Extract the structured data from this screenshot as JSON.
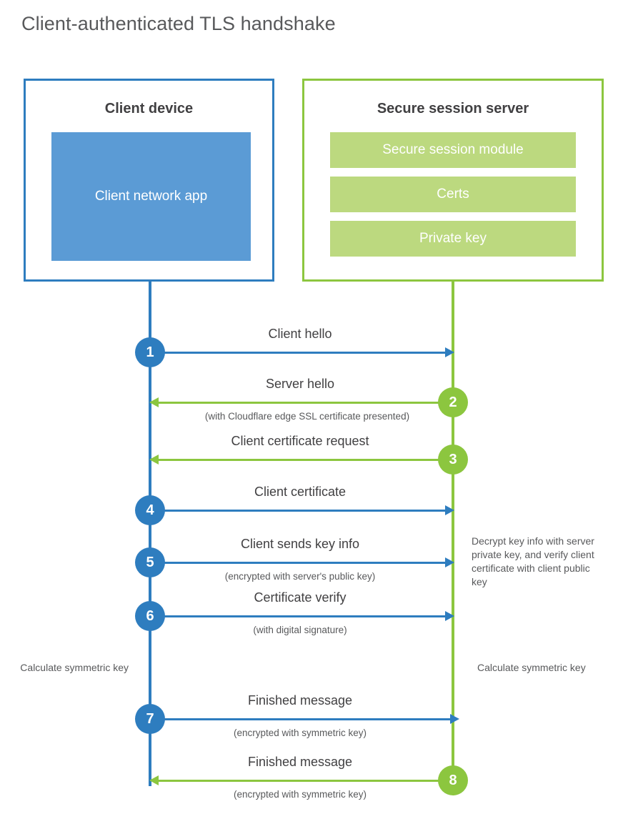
{
  "title": "Client-authenticated TLS handshake",
  "colors": {
    "client_accent": "#2e7dbf",
    "client_fill": "#5b9bd5",
    "server_accent": "#8cc63f",
    "server_fill": "#bcd97f",
    "text": "#414042",
    "muted_text": "#58595b",
    "background": "#ffffff"
  },
  "actors": {
    "client": {
      "title": "Client device",
      "component": "Client network app"
    },
    "server": {
      "title": "Secure session server",
      "components": [
        "Secure session module",
        "Certs",
        "Private key"
      ]
    }
  },
  "steps": [
    {
      "number": "1",
      "label": "Client hello",
      "sub": "",
      "direction": "client-to-server",
      "color": "blue"
    },
    {
      "number": "2",
      "label": "Server hello",
      "sub": "(with Cloudflare edge SSL certificate presented)",
      "direction": "server-to-client",
      "color": "green"
    },
    {
      "number": "3",
      "label": "Client certificate request",
      "sub": "",
      "direction": "server-to-client",
      "color": "green"
    },
    {
      "number": "4",
      "label": "Client certificate",
      "sub": "",
      "direction": "client-to-server",
      "color": "blue"
    },
    {
      "number": "5",
      "label": "Client sends key info",
      "sub": "(encrypted with server's public key)",
      "direction": "client-to-server",
      "color": "blue"
    },
    {
      "number": "6",
      "label": "Certificate verify",
      "sub": "(with digital signature)",
      "direction": "client-to-server",
      "color": "blue"
    },
    {
      "number": "7",
      "label": "Finished message",
      "sub": "(encrypted with symmetric key)",
      "direction": "client-to-server",
      "color": "blue"
    },
    {
      "number": "8",
      "label": "Finished message",
      "sub": "(encrypted with symmetric key)",
      "direction": "server-to-client",
      "color": "green"
    }
  ],
  "annotations": {
    "server_decrypt": "Decrypt key info with server private key, and verify client certificate with client public key",
    "client_calculate": "Calculate symmetric key",
    "server_calculate": "Calculate symmetric key"
  }
}
